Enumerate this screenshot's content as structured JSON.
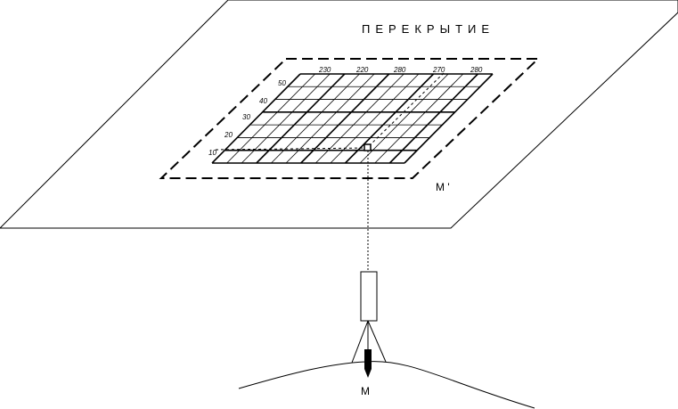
{
  "labels": {
    "ceiling": "ПЕРЕКРЫТИЕ",
    "ground_point": "M",
    "ceiling_point": "M '"
  },
  "grid": {
    "columns": 13,
    "rows": 7,
    "top_ticks": [
      "230",
      "220",
      "280",
      "270",
      "280"
    ],
    "left_ticks": [
      "50",
      "40",
      "30",
      "20",
      "10"
    ]
  },
  "colors": {
    "line": "#000000",
    "background": "#ffffff"
  },
  "icons": [
    "plumb-target-icon",
    "instrument-icon",
    "tripod-icon"
  ]
}
